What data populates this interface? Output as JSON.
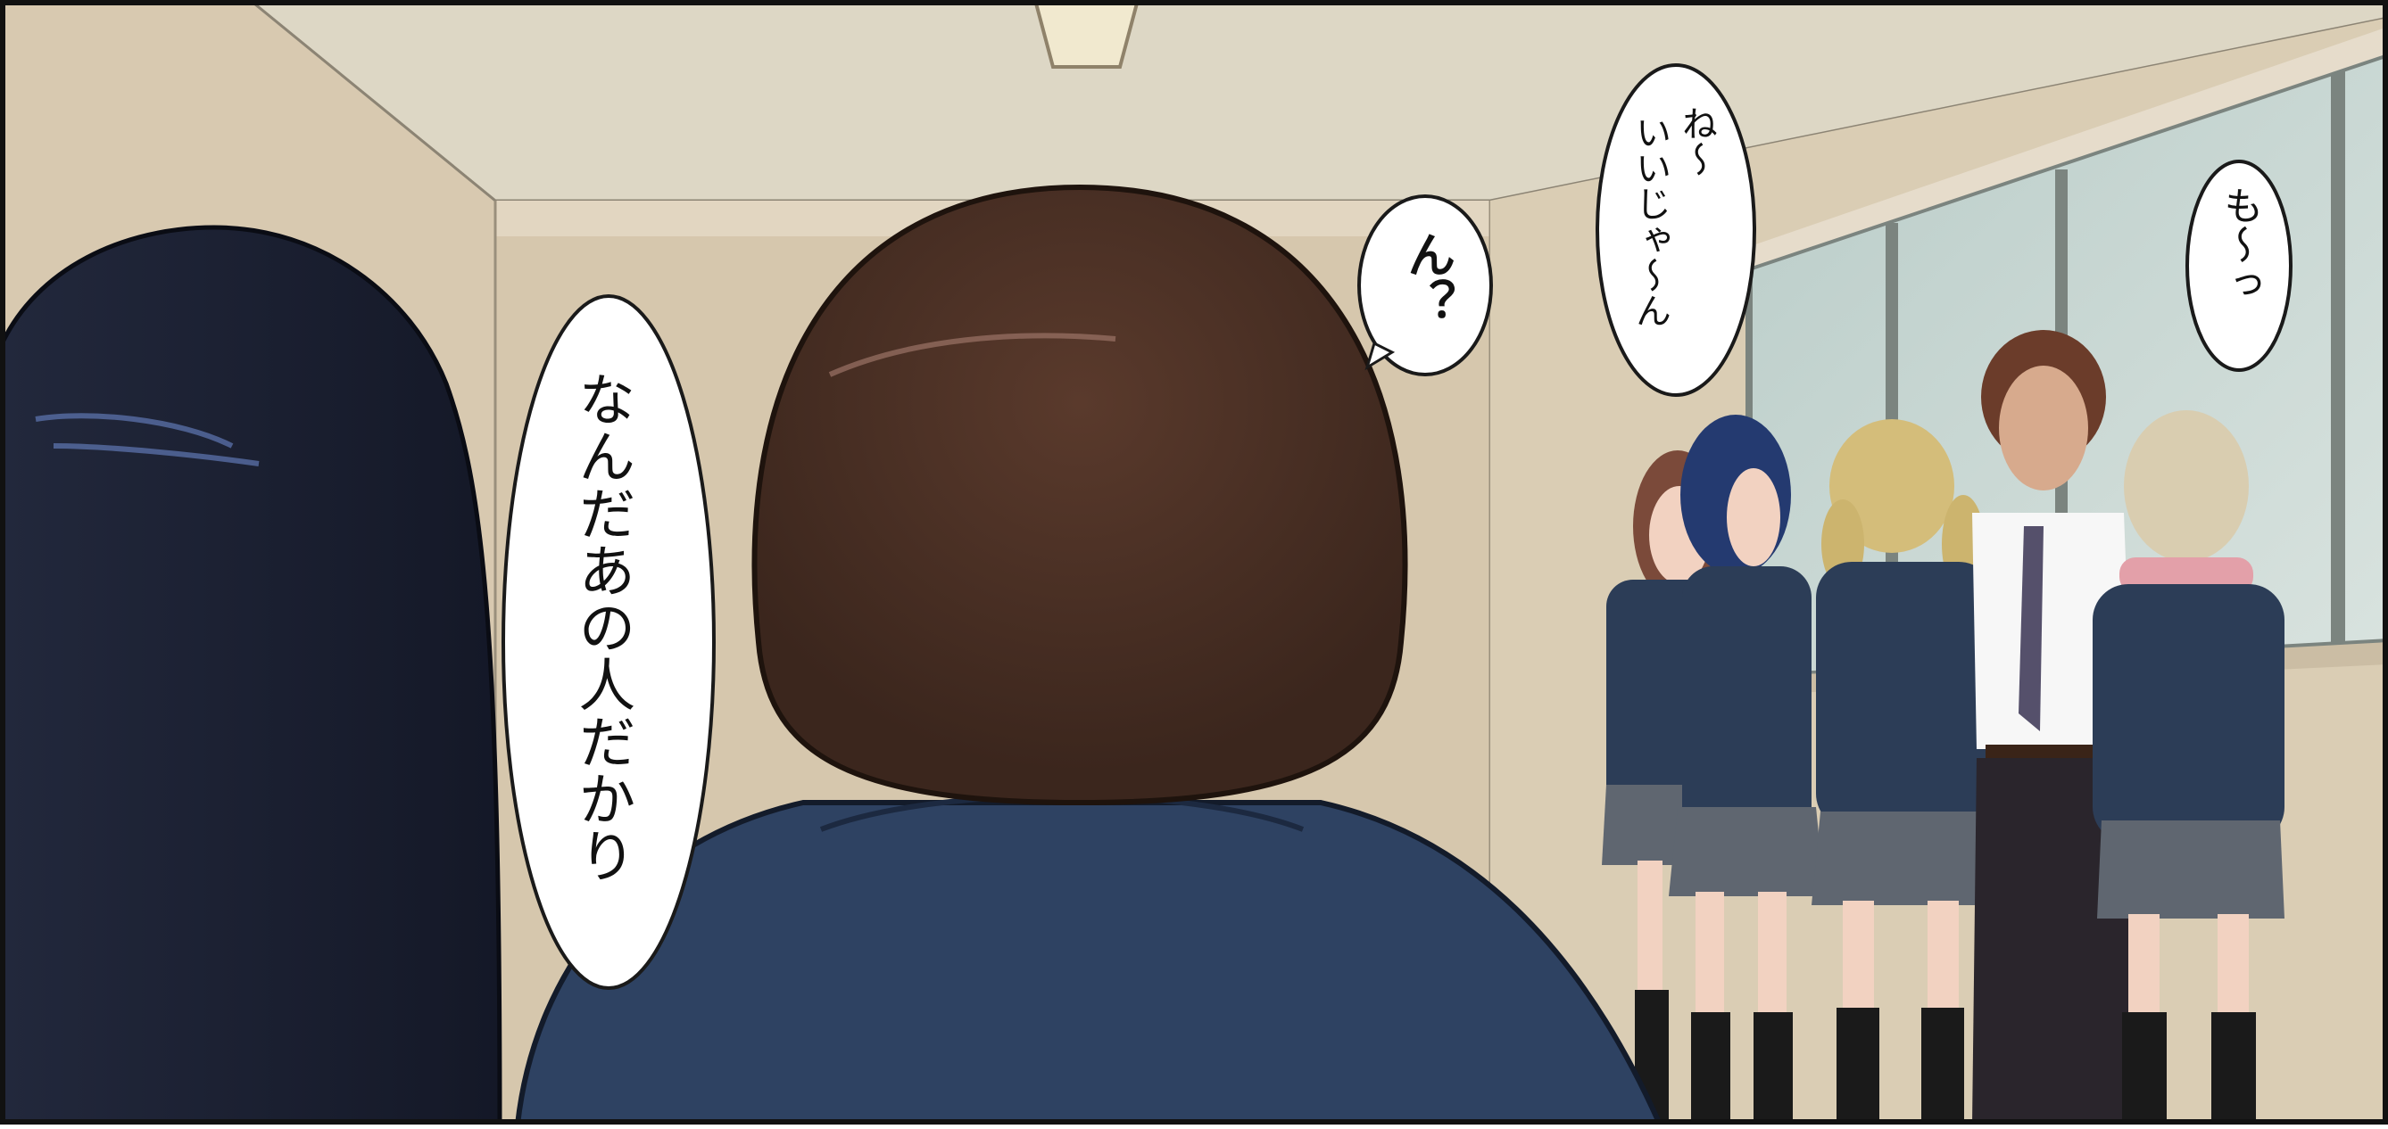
{
  "panel": {
    "bubbles": [
      {
        "id": "bubble-nandaanohito",
        "text": "なんだあの人だかり"
      },
      {
        "id": "bubble-n",
        "text": "ん？"
      },
      {
        "id": "bubble-ne",
        "line1": "ね〜",
        "line2": "いいじゃ〜ん"
      },
      {
        "id": "bubble-mo",
        "text": "も〜っ"
      }
    ]
  },
  "colors": {
    "wall": "#d9ccb6",
    "ceiling": "#dcd6c4",
    "blazer": "#2c3d57",
    "skirt": "#5f6670",
    "window_glass": "#c8d6d2"
  }
}
